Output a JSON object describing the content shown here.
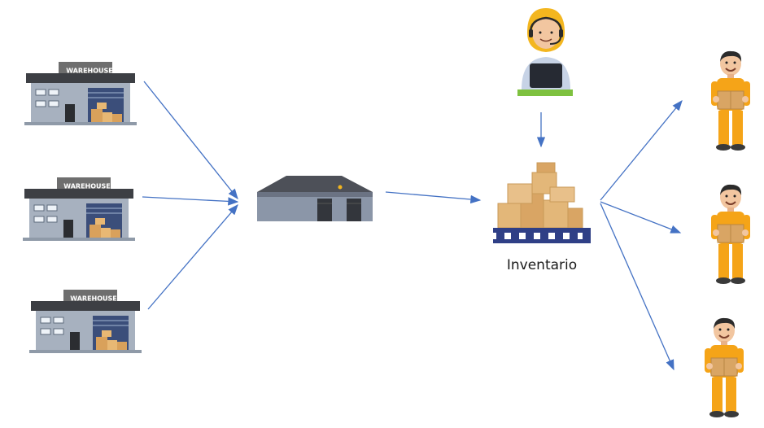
{
  "warehouses": [
    {
      "sign": "WAREHOUSE"
    },
    {
      "sign": "WAREHOUSE"
    },
    {
      "sign": "WAREHOUSE"
    }
  ],
  "inventory": {
    "label": "Inventario"
  },
  "colors": {
    "arrow": "#4472C4",
    "building_wall": "#a7b1bf",
    "roof": "#3d3f44",
    "box": "#e3b779",
    "pallet": "#2f3f86",
    "worker_uniform": "#f5a418",
    "headset": "#f3b61f"
  },
  "icons": [
    "warehouse-icon",
    "distribution-center-icon",
    "customer-service-agent-icon",
    "inventory-boxes-icon",
    "delivery-worker-icon"
  ]
}
